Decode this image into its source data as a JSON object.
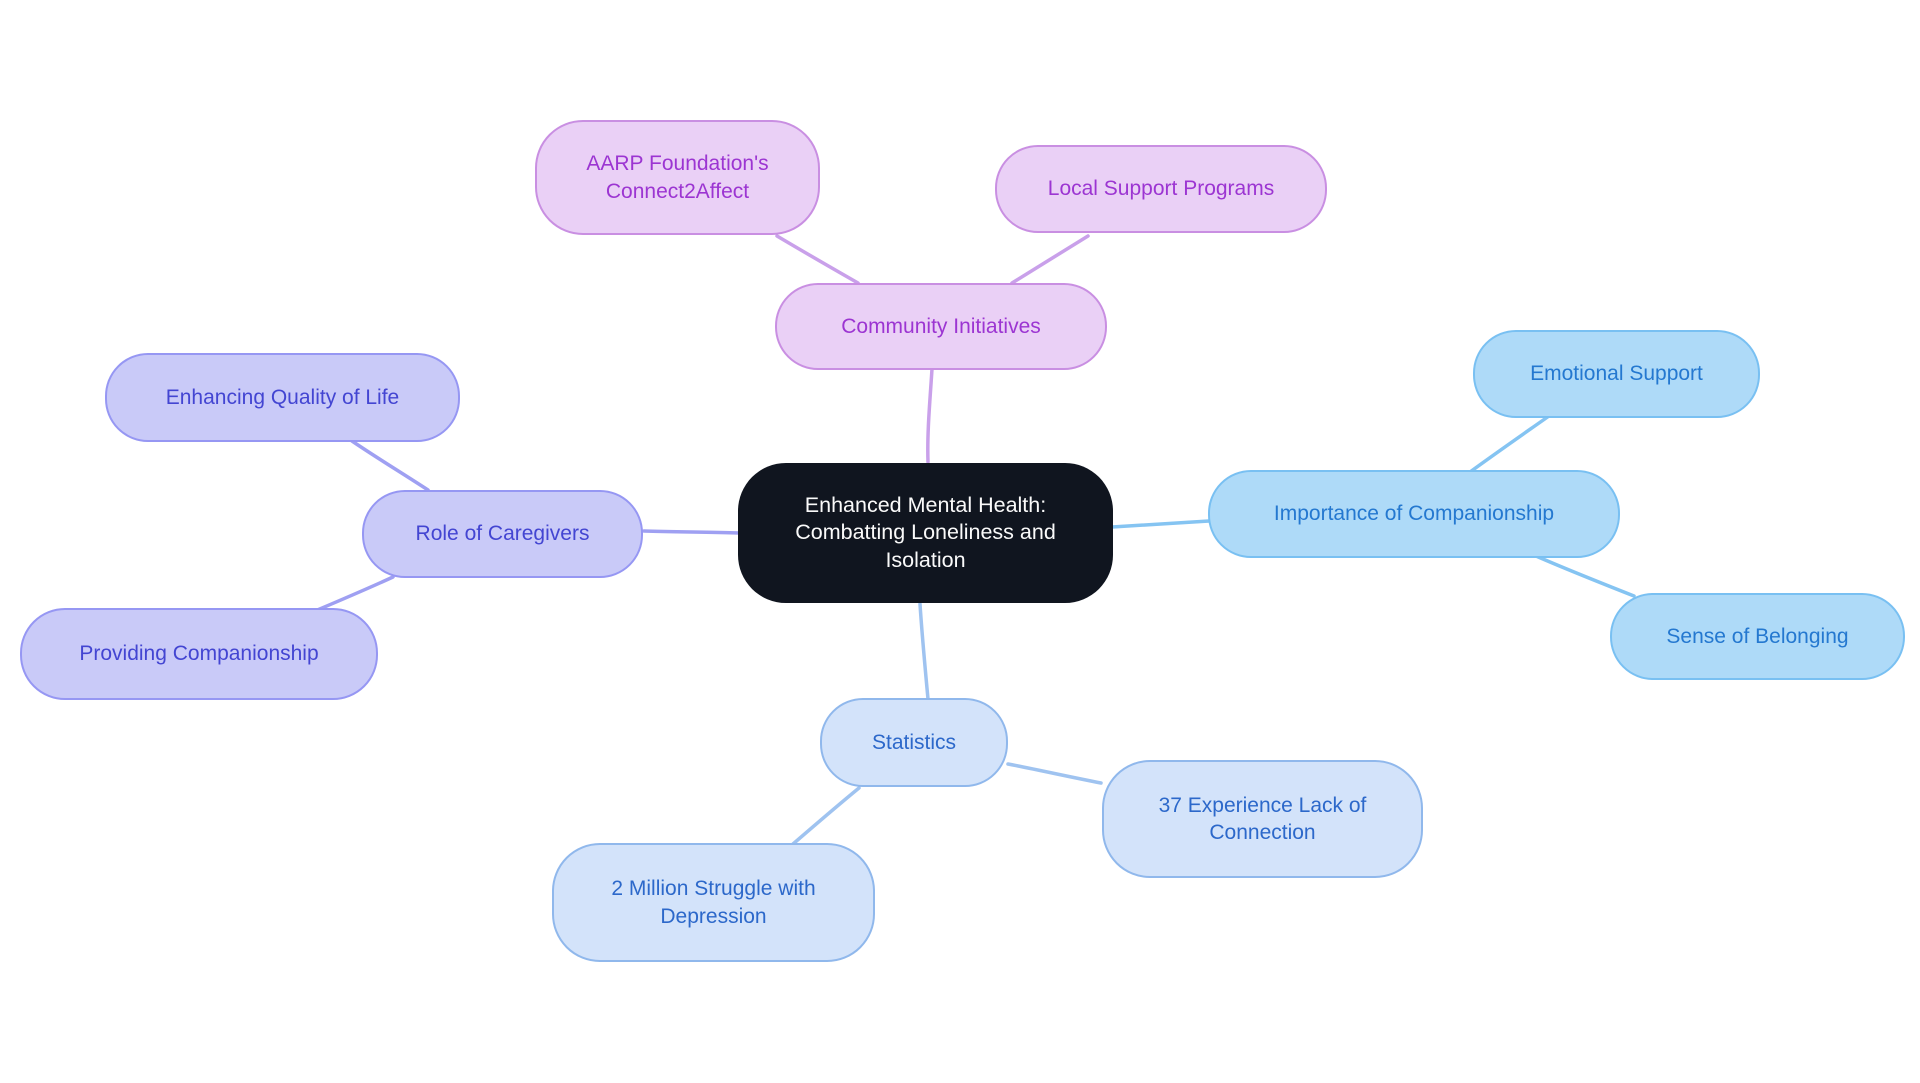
{
  "diagram": {
    "type": "mindmap",
    "background_color": "#ffffff",
    "center": {
      "label": "Enhanced Mental Health: Combatting Loneliness and Isolation",
      "bg_color": "#10151f",
      "text_color": "#fafafa"
    },
    "branches": [
      {
        "id": "community-initiatives",
        "label": "Community Initiatives",
        "fill_color": "#ead0f6",
        "border_color": "#c98fe2",
        "text_color": "#9c35d2",
        "line_color": "#c9a0ea",
        "children": [
          {
            "id": "aarp-connect2affect",
            "label": "AARP Foundation's Connect2Affect"
          },
          {
            "id": "local-support-programs",
            "label": "Local Support Programs"
          }
        ]
      },
      {
        "id": "importance-of-companionship",
        "label": "Importance of Companionship",
        "fill_color": "#aedaf8",
        "border_color": "#79c0f2",
        "text_color": "#2478d0",
        "line_color": "#85c4f2",
        "children": [
          {
            "id": "emotional-support",
            "label": "Emotional Support"
          },
          {
            "id": "sense-of-belonging",
            "label": "Sense of Belonging"
          }
        ]
      },
      {
        "id": "role-of-caregivers",
        "label": "Role of Caregivers",
        "fill_color": "#c9caf8",
        "border_color": "#9697f3",
        "text_color": "#4345d2",
        "line_color": "#9fa0f2",
        "children": [
          {
            "id": "enhancing-quality-of-life",
            "label": "Enhancing Quality of Life"
          },
          {
            "id": "providing-companionship",
            "label": "Providing Companionship"
          }
        ]
      },
      {
        "id": "statistics",
        "label": "Statistics",
        "fill_color": "#d3e3fa",
        "border_color": "#90b8ec",
        "text_color": "#2c68ca",
        "line_color": "#9fc3f0",
        "children": [
          {
            "id": "37-experience-lack-of-connection",
            "label": "37 Experience Lack of Connection"
          },
          {
            "id": "2-million-struggle-with-depression",
            "label": "2 Million Struggle with Depression"
          }
        ]
      }
    ]
  }
}
